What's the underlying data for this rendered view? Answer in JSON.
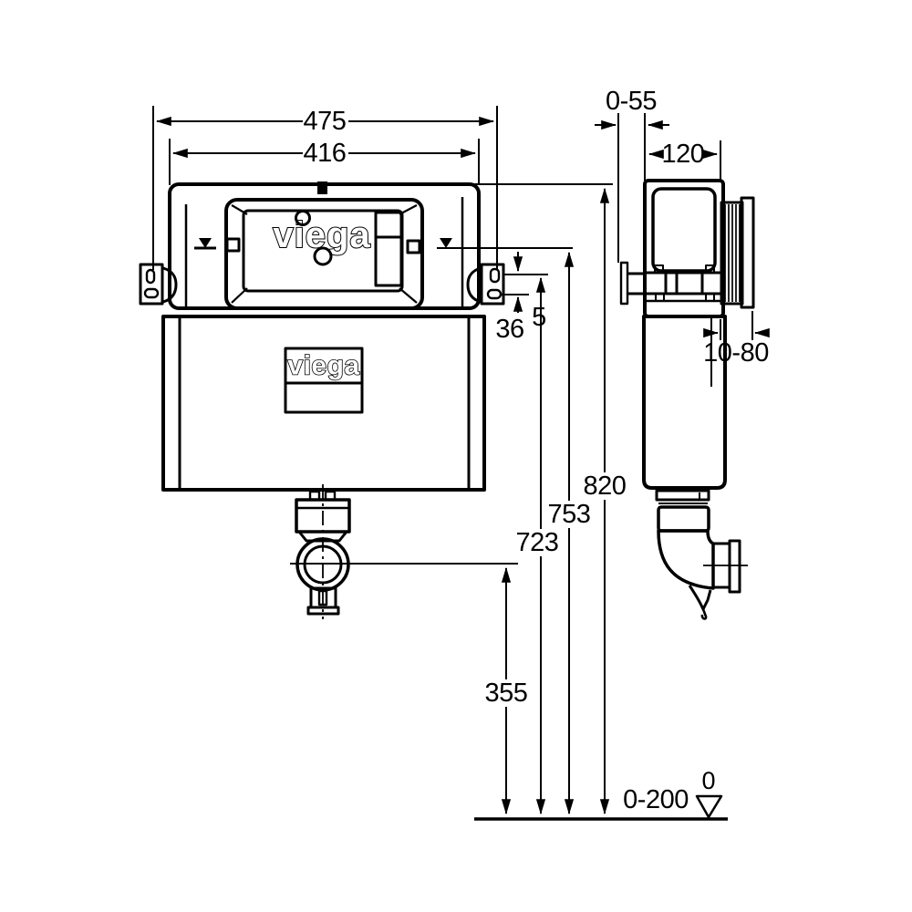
{
  "brand": "viega",
  "front_view": {
    "dim_overall_width": "475",
    "dim_frame_width": "416",
    "dim_bracket": "36",
    "dim_bracket_sup": "5",
    "dim_outlet_height": "355",
    "dim_fixing_height": "723",
    "dim_water_level_height": "753",
    "dim_total_height": "820"
  },
  "side_view": {
    "dim_wall_offset": "0-55",
    "dim_body_depth": "120",
    "dim_sleeve_range": "10-80"
  },
  "floor": {
    "dim_finish_range": "0-200",
    "datum_label": "0"
  }
}
